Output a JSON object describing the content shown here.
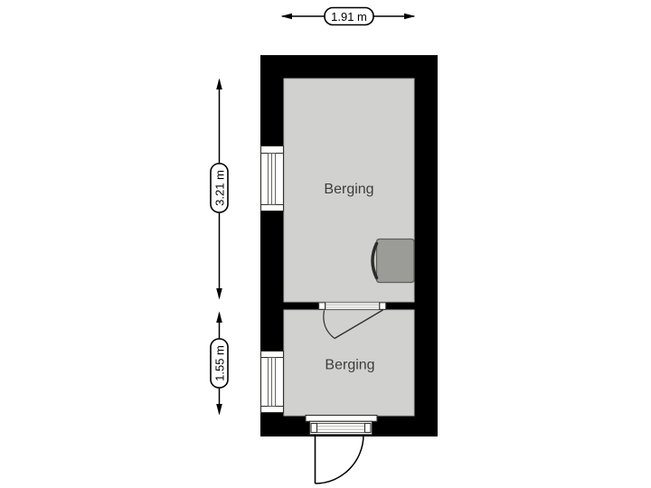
{
  "plan": {
    "title": "floor-plan",
    "rooms": [
      {
        "name": "Berging"
      },
      {
        "name": "Berging"
      }
    ],
    "dimensions": {
      "top_width": "1.91 m",
      "upper_height": "3.21 m",
      "lower_height": "1.55 m"
    },
    "colors": {
      "background": "#ffffff",
      "wall": "#000000",
      "floor": "#d1d1d0",
      "floor_border": "#aeaeac",
      "opening_fill": "#ffffff",
      "opening_stroke": "#2f2f2d",
      "appliance_fill": "#9b9b97",
      "appliance_stroke": "#5f5f5a",
      "appliance_curve": "#2c2c29",
      "room_label": "#3d3d3d",
      "dimension_text": "#000000"
    }
  }
}
